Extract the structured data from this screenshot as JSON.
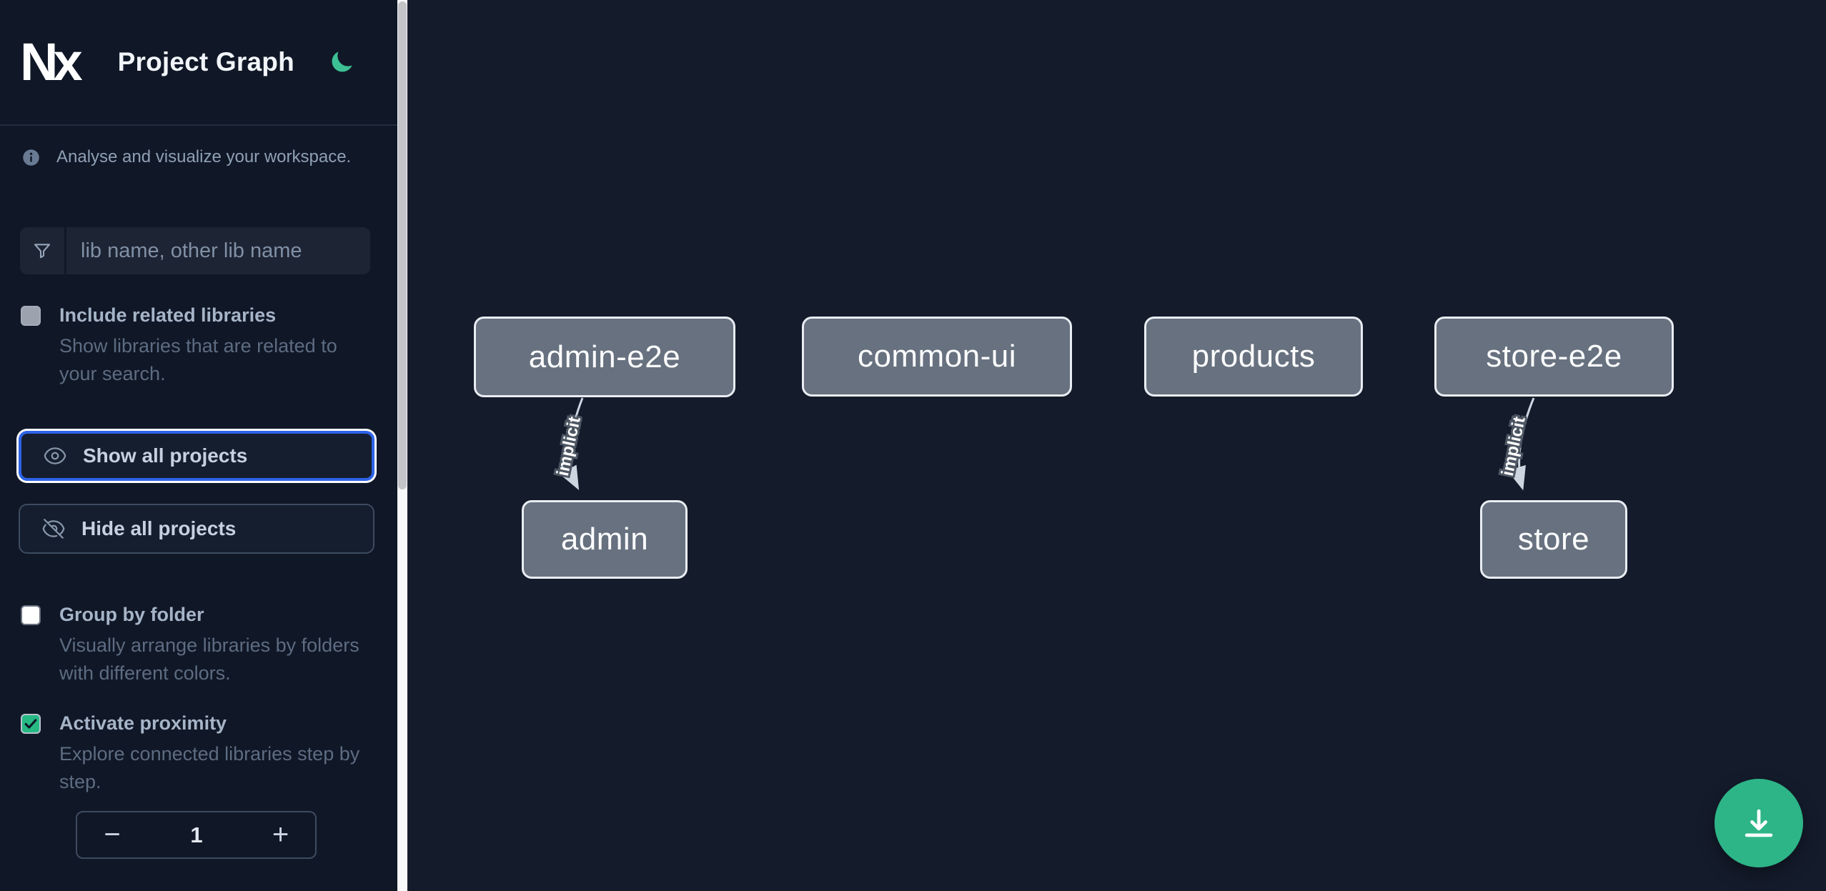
{
  "header": {
    "logo_text": "Nx",
    "title": "Project Graph"
  },
  "sidebar": {
    "tagline": "Analyse and visualize your workspace.",
    "filter_placeholder": "lib name, other lib name",
    "include_related": {
      "label": "Include related libraries",
      "description": "Show libraries that are related to your search.",
      "checked": false,
      "disabled": true
    },
    "show_all_label": "Show all projects",
    "hide_all_label": "Hide all projects",
    "group_by_folder": {
      "label": "Group by folder",
      "description": "Visually arrange libraries by folders with different colors.",
      "checked": false
    },
    "proximity": {
      "label": "Activate proximity",
      "description": "Explore connected libraries step by step.",
      "checked": true
    },
    "stepper": {
      "decrement": "−",
      "value": "1",
      "increment": "+"
    }
  },
  "graph": {
    "nodes": [
      {
        "label": "admin-e2e"
      },
      {
        "label": "common-ui"
      },
      {
        "label": "products"
      },
      {
        "label": "store-e2e"
      },
      {
        "label": "admin"
      },
      {
        "label": "store"
      }
    ],
    "edges": [
      {
        "from": "admin-e2e",
        "to": "admin",
        "label": "implicit"
      },
      {
        "from": "store-e2e",
        "to": "store",
        "label": "implicit"
      }
    ]
  },
  "fab": {
    "icon": "download-icon"
  },
  "colors": {
    "sidebar_bg": "#101726",
    "canvas_bg": "#141b2b",
    "accent_blue": "#2e63e7",
    "green_checkbox": "#26b984",
    "green_fab": "#2db588",
    "green_moon": "#3cc094",
    "node_fill": "#67717f",
    "node_border": "#e9edf3",
    "edge_color": "#cdd5e0"
  }
}
